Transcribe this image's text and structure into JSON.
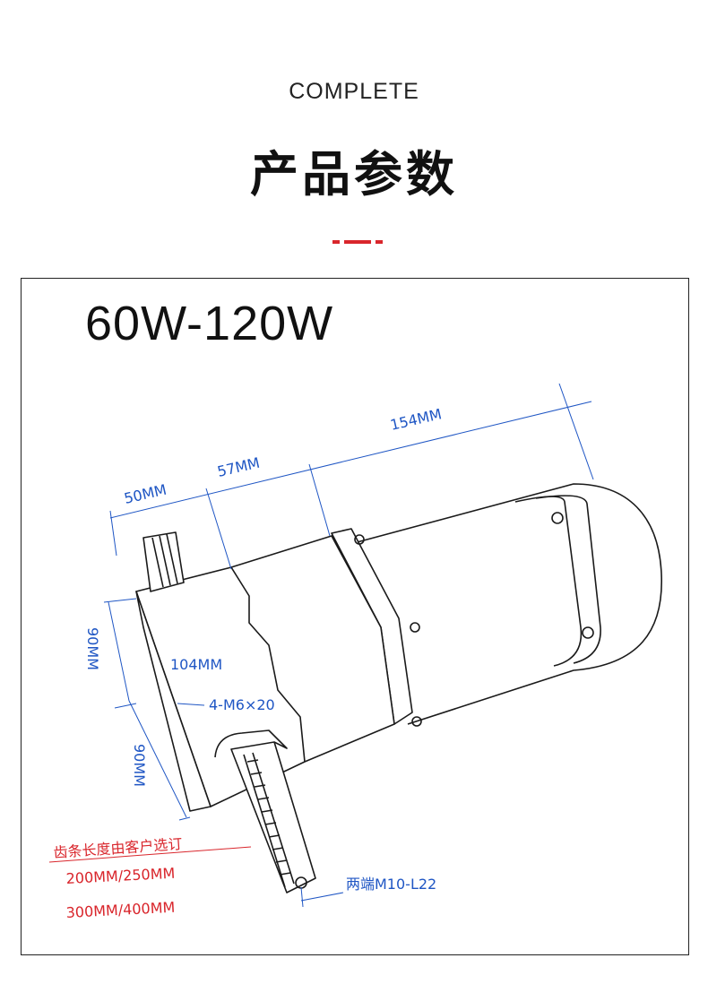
{
  "header": {
    "subtitle": "COMPLETE",
    "title": "产品参数",
    "accent_color": "#d9262c"
  },
  "spec": {
    "power_range": "60W-120W"
  },
  "dimensions": {
    "rack_length": "50MM",
    "gearbox_length": "57MM",
    "motor_length": "154MM",
    "height_upper": "90MM",
    "height_lower": "90MM",
    "bolt_circle": "104MM",
    "mount_screws": "4-M6×20",
    "rack_ends": "两端M10-L22"
  },
  "rack_options": {
    "note": "齿条长度由客户选订",
    "options_line1": "200MM/250MM",
    "options_line2": "300MM/400MM"
  },
  "colors": {
    "dimension_blue": "#1f56c4",
    "note_red": "#d9262c"
  }
}
